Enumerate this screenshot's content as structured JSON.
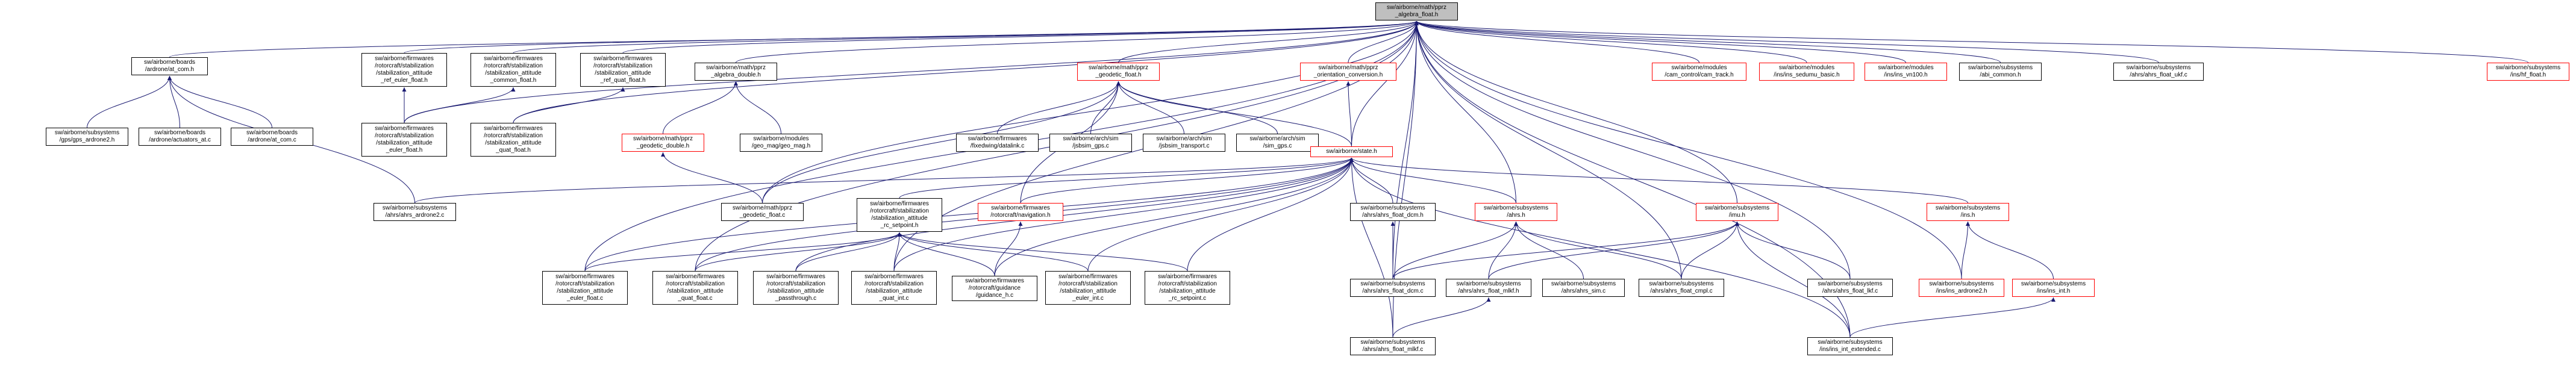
{
  "colors": {
    "edge": "#191970",
    "border": "#000000",
    "red_border": "#ff0000",
    "root_fill": "#bfbfbf"
  },
  "nodes": [
    {
      "id": "root",
      "lines": [
        "sw/airborne/math/pprz",
        "_algebra_float.h"
      ],
      "style": "root"
    },
    {
      "id": "at_com_h",
      "lines": [
        "sw/airborne/boards",
        "/ardrone/at_com.h"
      ],
      "style": "black"
    },
    {
      "id": "ref_euler",
      "lines": [
        "sw/airborne/firmwares",
        "/rotorcraft/stabilization",
        "/stabilization_attitude",
        "_ref_euler_float.h"
      ],
      "style": "black"
    },
    {
      "id": "common_float",
      "lines": [
        "sw/airborne/firmwares",
        "/rotorcraft/stabilization",
        "/stabilization_attitude",
        "_common_float.h"
      ],
      "style": "black"
    },
    {
      "id": "ref_quat",
      "lines": [
        "sw/airborne/firmwares",
        "/rotorcraft/stabilization",
        "/stabilization_attitude",
        "_ref_quat_float.h"
      ],
      "style": "black"
    },
    {
      "id": "algebra_double",
      "lines": [
        "sw/airborne/math/pprz",
        "_algebra_double.h"
      ],
      "style": "black"
    },
    {
      "id": "geodetic_float_h",
      "lines": [
        "sw/airborne/math/pprz",
        "_geodetic_float.h"
      ],
      "style": "red"
    },
    {
      "id": "orientation",
      "lines": [
        "sw/airborne/math/pprz",
        "_orientation_conversion.h"
      ],
      "style": "red"
    },
    {
      "id": "cam_track",
      "lines": [
        "sw/airborne/modules",
        "/cam_control/cam_track.h"
      ],
      "style": "red"
    },
    {
      "id": "sedumu",
      "lines": [
        "sw/airborne/modules",
        "/ins/ins_sedumu_basic.h"
      ],
      "style": "red"
    },
    {
      "id": "vn100",
      "lines": [
        "sw/airborne/modules",
        "/ins/ins_vn100.h"
      ],
      "style": "red"
    },
    {
      "id": "abi_common",
      "lines": [
        "sw/airborne/subsystems",
        "/abi_common.h"
      ],
      "style": "black"
    },
    {
      "id": "ahrs_ukf",
      "lines": [
        "sw/airborne/subsystems",
        "/ahrs/ahrs_float_ukf.c"
      ],
      "style": "black"
    },
    {
      "id": "hf_float",
      "lines": [
        "sw/airborne/subsystems",
        "/ins/hf_float.h"
      ],
      "style": "red"
    },
    {
      "id": "gps_ardrone2",
      "lines": [
        "sw/airborne/subsystems",
        "/gps/gps_ardrone2.h"
      ],
      "style": "black"
    },
    {
      "id": "actuators_at",
      "lines": [
        "sw/airborne/boards",
        "/ardrone/actuators_at.c"
      ],
      "style": "black"
    },
    {
      "id": "at_com_c",
      "lines": [
        "sw/airborne/boards",
        "/ardrone/at_com.c"
      ],
      "style": "black"
    },
    {
      "id": "stab_euler_float_h",
      "lines": [
        "sw/airborne/firmwares",
        "/rotorcraft/stabilization",
        "/stabilization_attitude",
        "_euler_float.h"
      ],
      "style": "black"
    },
    {
      "id": "stab_quat_float_h",
      "lines": [
        "sw/airborne/firmwares",
        "/rotorcraft/stabilization",
        "/stabilization_attitude",
        "_quat_float.h"
      ],
      "style": "black"
    },
    {
      "id": "geodetic_double",
      "lines": [
        "sw/airborne/math/pprz",
        "_geodetic_double.h"
      ],
      "style": "red"
    },
    {
      "id": "geo_mag",
      "lines": [
        "sw/airborne/modules",
        "/geo_mag/geo_mag.h"
      ],
      "style": "black"
    },
    {
      "id": "fixedwing_datalink",
      "lines": [
        "sw/airborne/firmwares",
        "/fixedwing/datalink.c"
      ],
      "style": "black"
    },
    {
      "id": "jsbsim_gps",
      "lines": [
        "sw/airborne/arch/sim",
        "/jsbsim_gps.c"
      ],
      "style": "black"
    },
    {
      "id": "jsbsim_transport",
      "lines": [
        "sw/airborne/arch/sim",
        "/jsbsim_transport.c"
      ],
      "style": "black"
    },
    {
      "id": "sim_gps",
      "lines": [
        "sw/airborne/arch/sim",
        "/sim_gps.c"
      ],
      "style": "black"
    },
    {
      "id": "state_h",
      "lines": [
        "sw/airborne/state.h"
      ],
      "style": "red"
    },
    {
      "id": "ahrs_ardrone2",
      "lines": [
        "sw/airborne/subsystems",
        "/ahrs/ahrs_ardrone2.c"
      ],
      "style": "black"
    },
    {
      "id": "geodetic_float_c",
      "lines": [
        "sw/airborne/math/pprz",
        "_geodetic_float.c"
      ],
      "style": "black"
    },
    {
      "id": "rc_setpoint_h",
      "lines": [
        "sw/airborne/firmwares",
        "/rotorcraft/stabilization",
        "/stabilization_attitude",
        "_rc_setpoint.h"
      ],
      "style": "black"
    },
    {
      "id": "navigation",
      "lines": [
        "sw/airborne/firmwares",
        "/rotorcraft/navigation.h"
      ],
      "style": "red"
    },
    {
      "id": "ahrs_dcm_h",
      "lines": [
        "sw/airborne/subsystems",
        "/ahrs/ahrs_float_dcm.h"
      ],
      "style": "black"
    },
    {
      "id": "ahrs_h",
      "lines": [
        "sw/airborne/subsystems",
        "/ahrs.h"
      ],
      "style": "red"
    },
    {
      "id": "imu_h",
      "lines": [
        "sw/airborne/subsystems",
        "/imu.h"
      ],
      "style": "red"
    },
    {
      "id": "ins_h",
      "lines": [
        "sw/airborne/subsystems",
        "/ins.h"
      ],
      "style": "red"
    },
    {
      "id": "stab_euler_float_c",
      "lines": [
        "sw/airborne/firmwares",
        "/rotorcraft/stabilization",
        "/stabilization_attitude",
        "_euler_float.c"
      ],
      "style": "black"
    },
    {
      "id": "stab_quat_float_c",
      "lines": [
        "sw/airborne/firmwares",
        "/rotorcraft/stabilization",
        "/stabilization_attitude",
        "_quat_float.c"
      ],
      "style": "black"
    },
    {
      "id": "stab_passthrough",
      "lines": [
        "sw/airborne/firmwares",
        "/rotorcraft/stabilization",
        "/stabilization_attitude",
        "_passthrough.c"
      ],
      "style": "black"
    },
    {
      "id": "stab_quat_int",
      "lines": [
        "sw/airborne/firmwares",
        "/rotorcraft/stabilization",
        "/stabilization_attitude",
        "_quat_int.c"
      ],
      "style": "black"
    },
    {
      "id": "guidance_h",
      "lines": [
        "sw/airborne/firmwares",
        "/rotorcraft/guidance",
        "/guidance_h.c"
      ],
      "style": "black"
    },
    {
      "id": "stab_euler_int",
      "lines": [
        "sw/airborne/firmwares",
        "/rotorcraft/stabilization",
        "/stabilization_attitude",
        "_euler_int.c"
      ],
      "style": "black"
    },
    {
      "id": "stab_rc_setpoint_c",
      "lines": [
        "sw/airborne/firmwares",
        "/rotorcraft/stabilization",
        "/stabilization_attitude",
        "_rc_setpoint.c"
      ],
      "style": "black"
    },
    {
      "id": "ahrs_dcm_c",
      "lines": [
        "sw/airborne/subsystems",
        "/ahrs/ahrs_float_dcm.c"
      ],
      "style": "black"
    },
    {
      "id": "ahrs_mlkf_h",
      "lines": [
        "sw/airborne/subsystems",
        "/ahrs/ahrs_float_mlkf.h"
      ],
      "style": "red"
    },
    {
      "id": "ahrs_sim",
      "lines": [
        "sw/airborne/subsystems",
        "/ahrs/ahrs_sim.c"
      ],
      "style": "black"
    },
    {
      "id": "ahrs_cmpl",
      "lines": [
        "sw/airborne/subsystems",
        "/ahrs/ahrs_float_cmpl.c"
      ],
      "style": "black"
    },
    {
      "id": "ahrs_lkf",
      "lines": [
        "sw/airborne/subsystems",
        "/ahrs/ahrs_float_lkf.c"
      ],
      "style": "black"
    },
    {
      "id": "ins_ardrone2",
      "lines": [
        "sw/airborne/subsystems",
        "/ins/ins_ardrone2.h"
      ],
      "style": "red"
    },
    {
      "id": "ins_int",
      "lines": [
        "sw/airborne/subsystems",
        "/ins/ins_int.h"
      ],
      "style": "red"
    },
    {
      "id": "ahrs_mlkf_c",
      "lines": [
        "sw/airborne/subsystems",
        "/ahrs/ahrs_float_mlkf.c"
      ],
      "style": "black"
    },
    {
      "id": "ins_int_extended",
      "lines": [
        "sw/airborne/subsystems",
        "/ins/ins_int_extended.c"
      ],
      "style": "black"
    }
  ],
  "edges": [
    [
      "at_com_h",
      "root"
    ],
    [
      "ref_euler",
      "root"
    ],
    [
      "common_float",
      "root"
    ],
    [
      "ref_quat",
      "root"
    ],
    [
      "algebra_double",
      "root"
    ],
    [
      "geodetic_float_h",
      "root"
    ],
    [
      "orientation",
      "root"
    ],
    [
      "cam_track",
      "root"
    ],
    [
      "sedumu",
      "root"
    ],
    [
      "vn100",
      "root"
    ],
    [
      "abi_common",
      "root"
    ],
    [
      "ahrs_ukf",
      "root"
    ],
    [
      "hf_float",
      "root"
    ],
    [
      "gps_ardrone2",
      "at_com_h"
    ],
    [
      "actuators_at",
      "at_com_h"
    ],
    [
      "at_com_c",
      "at_com_h"
    ],
    [
      "ahrs_ardrone2",
      "at_com_h"
    ],
    [
      "stab_euler_float_h",
      "ref_euler"
    ],
    [
      "stab_euler_float_h",
      "common_float"
    ],
    [
      "stab_quat_float_h",
      "ref_quat"
    ],
    [
      "stab_euler_float_h",
      "root"
    ],
    [
      "stab_quat_float_h",
      "root"
    ],
    [
      "geodetic_double",
      "algebra_double"
    ],
    [
      "geo_mag",
      "algebra_double"
    ],
    [
      "geodetic_float_c",
      "geodetic_float_h"
    ],
    [
      "fixedwing_datalink",
      "geodetic_float_h"
    ],
    [
      "jsbsim_gps",
      "geodetic_float_h"
    ],
    [
      "jsbsim_transport",
      "geodetic_float_h"
    ],
    [
      "sim_gps",
      "geodetic_float_h"
    ],
    [
      "state_h",
      "geodetic_float_h"
    ],
    [
      "navigation",
      "geodetic_float_h"
    ],
    [
      "geodetic_float_c",
      "geodetic_double"
    ],
    [
      "state_h",
      "orientation"
    ],
    [
      "state_h",
      "root"
    ],
    [
      "ahrs_ardrone2",
      "state_h"
    ],
    [
      "geodetic_float_c",
      "root"
    ],
    [
      "rc_setpoint_h",
      "state_h"
    ],
    [
      "navigation",
      "state_h"
    ],
    [
      "ahrs_dcm_h",
      "state_h"
    ],
    [
      "ahrs_h",
      "state_h"
    ],
    [
      "ins_h",
      "state_h"
    ],
    [
      "stab_euler_float_c",
      "state_h"
    ],
    [
      "stab_quat_float_c",
      "state_h"
    ],
    [
      "stab_passthrough",
      "state_h"
    ],
    [
      "stab_quat_int",
      "state_h"
    ],
    [
      "guidance_h",
      "state_h"
    ],
    [
      "stab_euler_int",
      "state_h"
    ],
    [
      "stab_rc_setpoint_c",
      "state_h"
    ],
    [
      "ahrs_mlkf_c",
      "state_h"
    ],
    [
      "ins_int_extended",
      "state_h"
    ],
    [
      "stab_euler_float_c",
      "rc_setpoint_h"
    ],
    [
      "stab_quat_float_c",
      "rc_setpoint_h"
    ],
    [
      "stab_passthrough",
      "rc_setpoint_h"
    ],
    [
      "stab_quat_int",
      "rc_setpoint_h"
    ],
    [
      "guidance_h",
      "rc_setpoint_h"
    ],
    [
      "stab_euler_int",
      "rc_setpoint_h"
    ],
    [
      "stab_rc_setpoint_c",
      "rc_setpoint_h"
    ],
    [
      "guidance_h",
      "navigation"
    ],
    [
      "ahrs_dcm_c",
      "ahrs_dcm_h"
    ],
    [
      "ahrs_dcm_c",
      "ahrs_h"
    ],
    [
      "ahrs_mlkf_h",
      "ahrs_h"
    ],
    [
      "ahrs_sim",
      "ahrs_h"
    ],
    [
      "ahrs_cmpl",
      "ahrs_h"
    ],
    [
      "ahrs_dcm_c",
      "imu_h"
    ],
    [
      "ahrs_mlkf_h",
      "imu_h"
    ],
    [
      "ahrs_cmpl",
      "imu_h"
    ],
    [
      "ahrs_lkf",
      "imu_h"
    ],
    [
      "ins_int_extended",
      "imu_h"
    ],
    [
      "ins_ardrone2",
      "ins_h"
    ],
    [
      "ins_int",
      "ins_h"
    ],
    [
      "ahrs_mlkf_c",
      "ahrs_mlkf_h"
    ],
    [
      "ins_int_extended",
      "ins_int"
    ],
    [
      "stab_euler_float_c",
      "root"
    ],
    [
      "stab_quat_float_c",
      "root"
    ],
    [
      "stab_quat_int",
      "root"
    ],
    [
      "ahrs_dcm_c",
      "root"
    ],
    [
      "ahrs_mlkf_c",
      "root"
    ],
    [
      "ahrs_cmpl",
      "root"
    ],
    [
      "ahrs_lkf",
      "root"
    ],
    [
      "ins_ardrone2",
      "root"
    ],
    [
      "ins_int_extended",
      "root"
    ],
    [
      "imu_h",
      "root"
    ],
    [
      "ahrs_h",
      "root"
    ]
  ]
}
